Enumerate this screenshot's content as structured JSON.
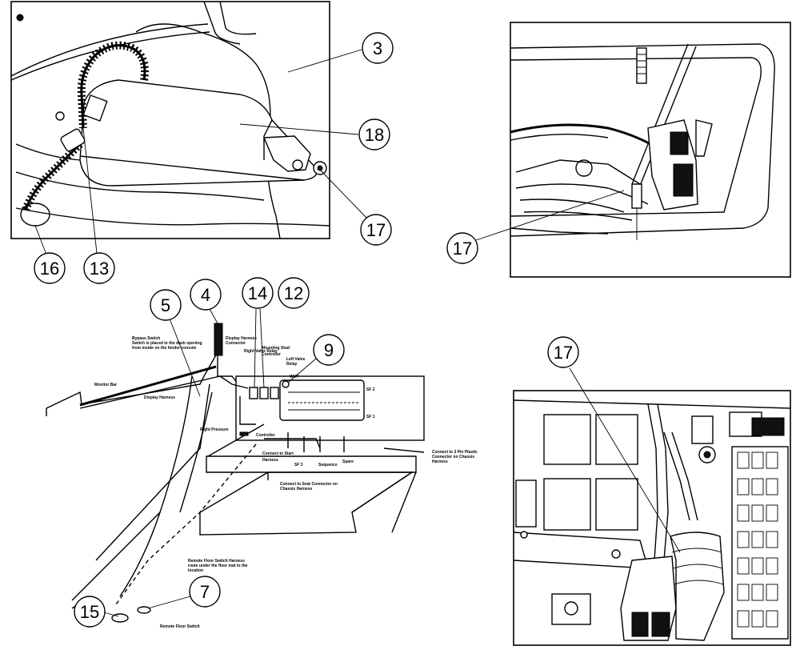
{
  "callouts": {
    "c3": "3",
    "c18": "18",
    "c17a": "17",
    "c16": "16",
    "c13": "13",
    "c17b": "17",
    "c5": "5",
    "c4": "4",
    "c14": "14",
    "c12": "12",
    "c9": "9",
    "c15": "15",
    "c7": "7",
    "c17c": "17"
  },
  "labels": {
    "bypass_switch": "Bypass Switch",
    "bypass_note": "Switch is placed in the dash opening",
    "bypass_note2": "from inside on the fender console",
    "display_harness": "Display Harness",
    "display_connector": "Connector",
    "display_cable": "Display Harness",
    "monitor_bar": "Monitor Bar",
    "right_pressure": "Right Pressure",
    "mounting_stud": "Mounting Stud",
    "controller": "Controller",
    "left_valve": "Left Valve",
    "relay": "Relay",
    "wht": "WHT",
    "sf2": "SF 2",
    "sf1": "SF 1",
    "connect_start": "Connect to Start",
    "harness": "Harness",
    "sf3": "SF 3",
    "sequence": "Sequence",
    "spare": "Spare",
    "connect_seat": "Connect to Seat Connector on",
    "chassis_harness": "Chassis Harness",
    "connect_3pin": "Connect to 3 Pin Plastic",
    "connector_on_chassis": "Connector on Chassis",
    "chassis_harness2": "Harness",
    "remote_floor_harness": "Remote Floor Switch Harness",
    "route_note": "route under the floor mat to the",
    "location": "location",
    "remote_floor_switch": "Remote Floor Switch",
    "relay_labels": "Right Valve Relay"
  }
}
